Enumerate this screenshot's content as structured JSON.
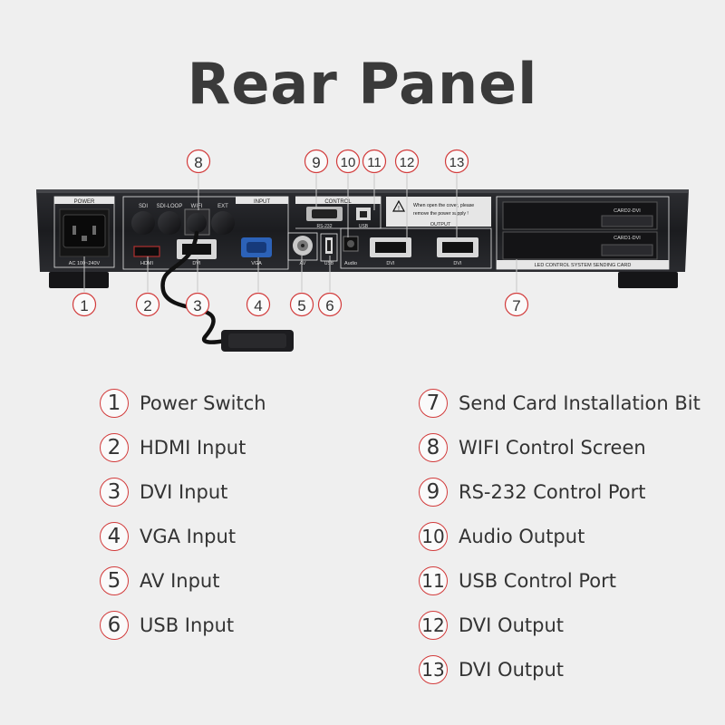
{
  "title": "Rear Panel",
  "panel": {
    "power": "POWER",
    "ac": "AC 100~240V",
    "sdi": "SDI",
    "sdi_loop": "SDI-LOOP",
    "wifi": "WIFI",
    "ext": "EXT",
    "input": "INPUT",
    "hdmi": "HDMI",
    "dvi_in": "DVI",
    "vga": "VGA",
    "av": "AV",
    "usb_in": "USB",
    "control": "CONTROL",
    "rs232": "RS-232",
    "usb_ctrl": "USB",
    "warning_1": "When open the cover, please",
    "warning_2": "remove the power supply !",
    "output": "OUTPUT",
    "audio": "Audio",
    "dvi_out_1": "DVI",
    "dvi_out_2": "DVI",
    "card2": "CARD2-DVI",
    "card1": "CARD1-DVI",
    "sending_card": "LED CONTROL SYSTEM SENDING CARD"
  },
  "callouts": [
    "1",
    "2",
    "3",
    "4",
    "5",
    "6",
    "7",
    "8",
    "9",
    "10",
    "11",
    "12",
    "13"
  ],
  "legend": [
    {
      "num": "1",
      "label": "Power Switch"
    },
    {
      "num": "2",
      "label": "HDMI Input"
    },
    {
      "num": "3",
      "label": "DVI Input"
    },
    {
      "num": "4",
      "label": "VGA Input"
    },
    {
      "num": "5",
      "label": "AV Input"
    },
    {
      "num": "6",
      "label": "USB Input"
    },
    {
      "num": "7",
      "label": "Send Card Installation Bit"
    },
    {
      "num": "8",
      "label": "WIFI Control Screen"
    },
    {
      "num": "9",
      "label": "RS-232 Control Port"
    },
    {
      "num": "10",
      "label": "Audio Output"
    },
    {
      "num": "11",
      "label": "USB Control Port"
    },
    {
      "num": "12",
      "label": "DVI Output"
    },
    {
      "num": "13",
      "label": "DVI Output"
    }
  ],
  "colors": {
    "accent": "#d23b3b",
    "panel": "#1e1f23",
    "text": "#333333"
  }
}
